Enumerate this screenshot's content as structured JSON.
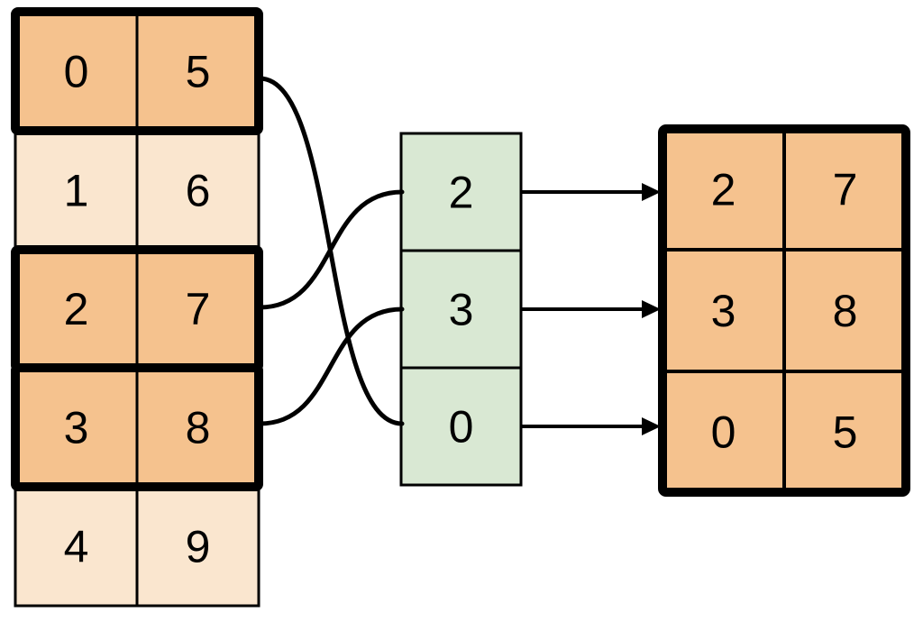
{
  "colors": {
    "highlight_fill": "#F5C28E",
    "muted_fill": "#FAE6CF",
    "index_fill": "#D9E8D3",
    "line": "#000000",
    "background": "#FFFFFF"
  },
  "source_table": {
    "rows": [
      {
        "cells": [
          "0",
          "5"
        ],
        "highlighted": true
      },
      {
        "cells": [
          "1",
          "6"
        ],
        "highlighted": false
      },
      {
        "cells": [
          "2",
          "7"
        ],
        "highlighted": true
      },
      {
        "cells": [
          "3",
          "8"
        ],
        "highlighted": true
      },
      {
        "cells": [
          "4",
          "9"
        ],
        "highlighted": false
      }
    ]
  },
  "index_array": {
    "cells": [
      "2",
      "3",
      "0"
    ]
  },
  "result_table": {
    "rows": [
      {
        "cells": [
          "2",
          "7"
        ]
      },
      {
        "cells": [
          "3",
          "8"
        ]
      },
      {
        "cells": [
          "0",
          "5"
        ]
      }
    ]
  },
  "connections": {
    "curves": [
      {
        "source_row": 0,
        "index_cell": 2
      },
      {
        "source_row": 2,
        "index_cell": 0
      },
      {
        "source_row": 3,
        "index_cell": 1
      }
    ],
    "arrows": [
      {
        "index_cell": 0,
        "result_row": 0
      },
      {
        "index_cell": 1,
        "result_row": 1
      },
      {
        "index_cell": 2,
        "result_row": 2
      }
    ]
  }
}
